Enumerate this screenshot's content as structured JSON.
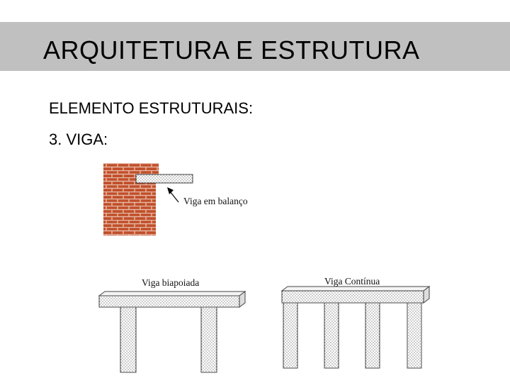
{
  "slide": {
    "title": "ARQUITETURA E ESTRUTURA",
    "subtitle": "ELEMENTO ESTRUTURAIS:",
    "item": "3. VIGA:"
  },
  "figures": {
    "cantilever_label": "Viga em balanço",
    "simple_label": "Viga biapoiada",
    "continuous_label": "Viga Contínua"
  },
  "colors": {
    "title_bar": "#c0c0c0",
    "brick": "#c0502a",
    "mortar": "#e8b9a8"
  }
}
